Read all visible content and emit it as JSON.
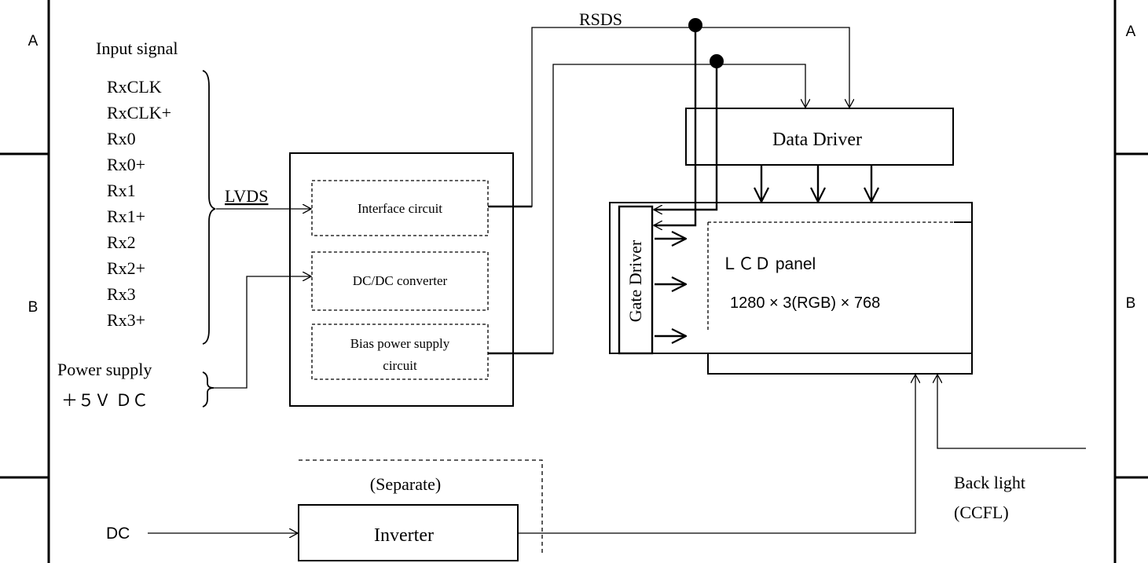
{
  "frame": {
    "zone_left_a": "A",
    "zone_left_b": "B",
    "zone_right_a": "A",
    "zone_right_b": "B"
  },
  "input": {
    "title": "Input signal",
    "signals": [
      "RxCLK",
      "RxCLK+",
      "Rx0",
      "Rx0+",
      "Rx1",
      "Rx1+",
      "Rx2",
      "Rx2+",
      "Rx3",
      "Rx3+"
    ],
    "lvds_label": "LVDS",
    "power_label": "Power supply",
    "power_value": "＋５Ｖ ＤＣ"
  },
  "controller": {
    "interface": "Interface circuit",
    "dcdc": "DC/DC converter",
    "bias_line1": "Bias power supply",
    "bias_line2": "circuit"
  },
  "rsds_label": "RSDS",
  "data_driver": "Data Driver",
  "gate_driver": "Gate Driver",
  "lcd": {
    "name": "ＬＣＤ panel",
    "resolution": "1280 × 3(RGB) × 768"
  },
  "separate_label": "(Separate)",
  "inverter_label": "Inverter",
  "dc_label": "DC",
  "backlight": {
    "line1": "Back light",
    "line2": "(CCFL)"
  },
  "colors": {
    "line": "#000000",
    "background": "#ffffff"
  }
}
